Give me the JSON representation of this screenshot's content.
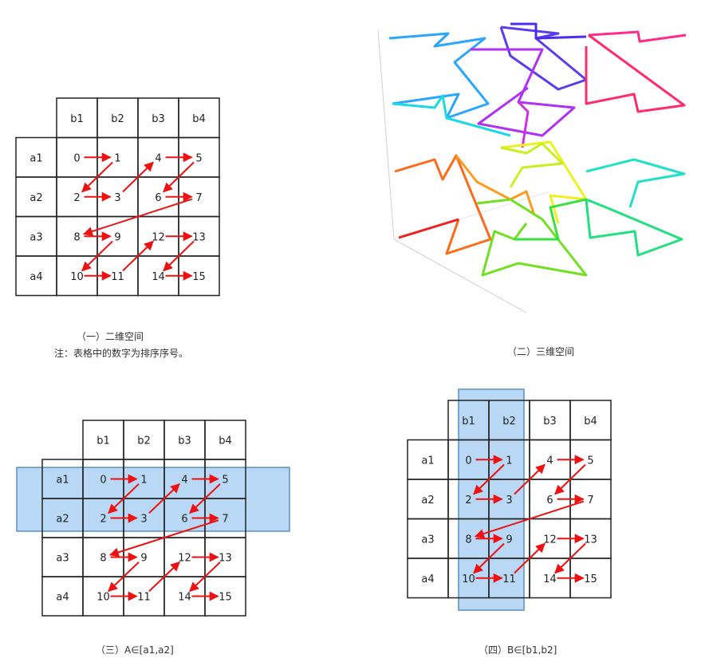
{
  "captions": {
    "p1": "（一）二维空间",
    "note": "注：表格中的数字为排序序号。",
    "p2": "（二）三维空间",
    "p3": "（三）A∈[a1,a2]",
    "p4": "（四）B∈[b1,b2]"
  },
  "cols": [
    "b1",
    "b2",
    "b3",
    "b4"
  ],
  "rows": [
    "a1",
    "a2",
    "a3",
    "a4"
  ],
  "grid": [
    [
      0,
      1,
      4,
      5
    ],
    [
      2,
      3,
      6,
      7
    ],
    [
      8,
      9,
      12,
      13
    ],
    [
      10,
      11,
      14,
      15
    ]
  ],
  "colors": {
    "arrow": "#ee1111",
    "highlight": "#7db8ee",
    "border": "#222222"
  }
}
